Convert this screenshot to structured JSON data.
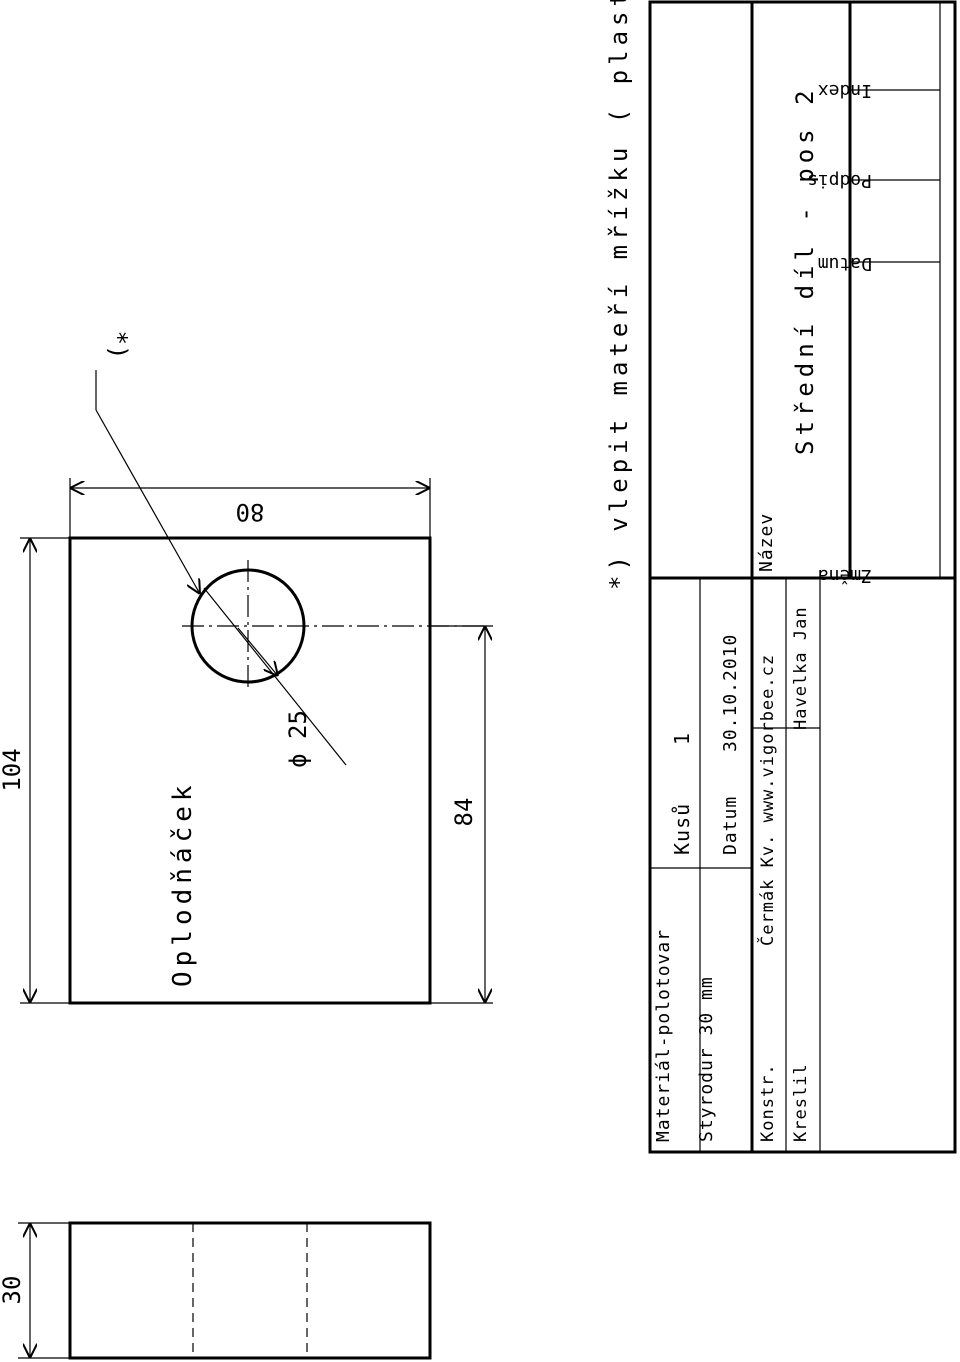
{
  "dimensions": {
    "width_80": "80",
    "height_104": "104",
    "offset_84": "84",
    "diameter": "ϕ 25",
    "thickness_30": "30"
  },
  "note": {
    "marker": "*)",
    "text": "*) vlepit mateří mřížku ( plastovou )"
  },
  "title_block": {
    "material_label": "Materiál-polotovar",
    "material_value": "Styrodur 30 mm",
    "pieces_label": "Kusů",
    "pieces_value": "1",
    "date_label": "Datum",
    "date_value": "30.10.2010",
    "design_label": "Konstr.",
    "design_value": "Čermák Kv. www.vigorbee.cz",
    "drawn_label": "Kreslil",
    "drawn_value": "Havelka Jan",
    "name_label": "Název",
    "name_value": "Střední díl - pos 2",
    "project_name": "Oplodňáček",
    "change_label": "Změna",
    "revision_date_label": "Datum",
    "signature_label": "Podpis",
    "index_label": "Index"
  }
}
